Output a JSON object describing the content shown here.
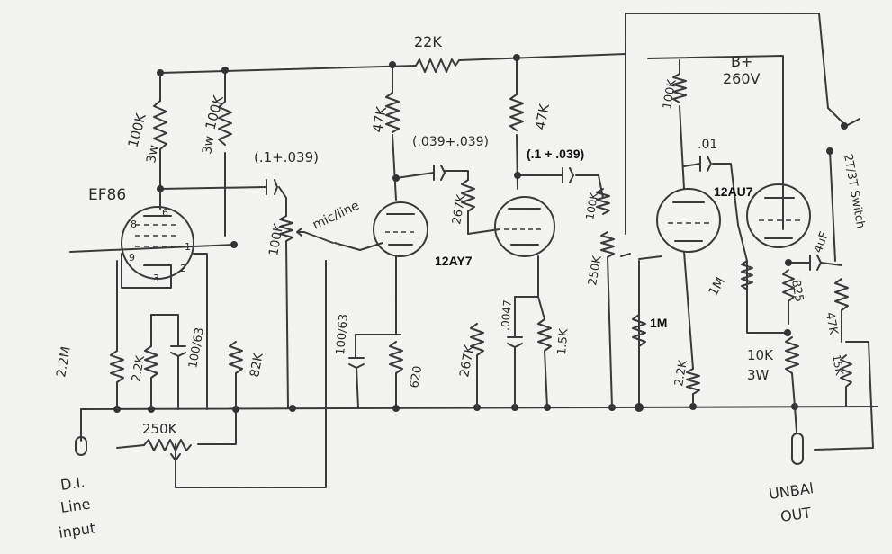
{
  "diagram": {
    "labels": {
      "ef86": "EF86",
      "r_100k_3w_a": "100K",
      "r_100k_3w_a_w": "3w",
      "r_100k_3w_b": "100K",
      "r_100k_3w_b_w": "3w",
      "cap_first": "(.1+.039)",
      "pot_100k": "100K",
      "mic_line": "mic/line",
      "r_22k": "22K",
      "r_47k_a": "47K",
      "cap_second": "(.039+.039)",
      "r_47k_b": "47K",
      "cap_third": "(.1 + .039)",
      "r_267k_a": "267K",
      "r_100k_c": "100K",
      "pot_250k": "250K",
      "tube_12ay7": "12AY7",
      "cap_100_63_a": "100/63",
      "r_620": "620",
      "r_267k_b": "267K",
      "cap_0047": ".0047",
      "r_1_5k": "1.5K",
      "r_1m_typed": "1M",
      "r_100k_d": "100K",
      "cap_01": ".01",
      "tube_12au7": "12AU7",
      "r_1m_hand": "1M",
      "r_2_2k_b": "2.2K",
      "bplus": "B+",
      "bplus_v": "260V",
      "switch": "2T/3T Switch",
      "cap_4uf": "4uF",
      "r_825": "825",
      "r_47k_c": "47K",
      "r_10k": "10K",
      "r_10k_w": "3W",
      "r_15k": "15K",
      "r_2_2m": "2.2M",
      "r_2_2k_a": "2.2K",
      "cap_100_63_b": "100/63",
      "r_82k": "82K",
      "pot_250k_input": "250K",
      "di_line_1": "D.I.",
      "di_line_2": "Line",
      "di_line_3": "input",
      "unbal_1": "UNBAl",
      "unbal_2": "OUT",
      "pin_8": "8",
      "pin_6": "6",
      "pin_1": "1",
      "pin_9": "9",
      "pin_3": "3",
      "pin_2": "2"
    }
  }
}
